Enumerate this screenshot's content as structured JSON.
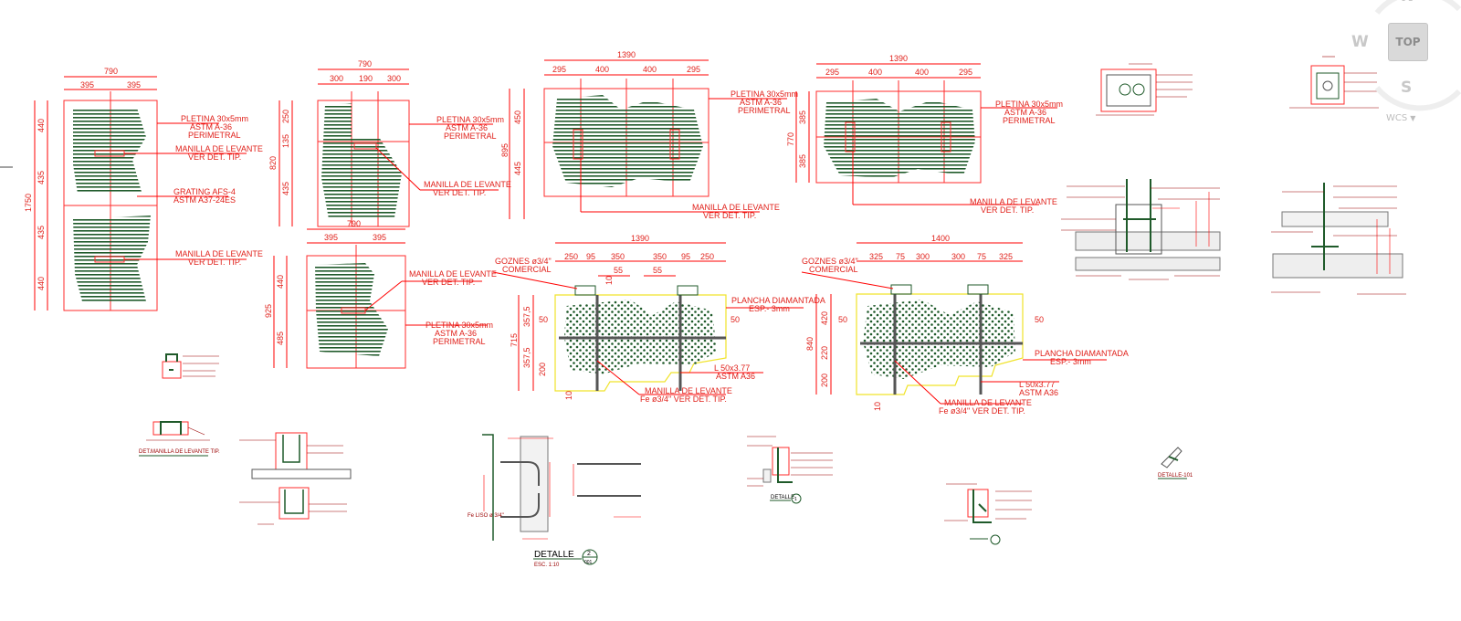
{
  "colors": {
    "dim": "#ff0000",
    "grating": "#1f5a2a",
    "frame": "#ff2b2b",
    "plate": "#f0e32a",
    "text": "#e0201a",
    "tiny": "#9a0000"
  },
  "plans": {
    "p1": {
      "dim_top": "790",
      "dim_halves": [
        "395",
        "395"
      ],
      "dim_left_total": "1750",
      "dim_left": [
        "440",
        "435",
        "435",
        "440"
      ],
      "label_pletina": [
        "PLETINA 30x5mm",
        "ASTM A-36",
        "PERIMETRAL"
      ],
      "label_manilla_a": [
        "MANILLA DE LEVANTE",
        "VER DET. TIP."
      ],
      "label_grating": [
        "GRATING AFS-4",
        "ASTM A37-24ES"
      ],
      "label_manilla_b": [
        "MANILLA DE LEVANTE",
        "VER DET. TIP."
      ]
    },
    "p2": {
      "dim_top": "790",
      "dim_parts": [
        "300",
        "190",
        "300"
      ],
      "dim_left_total": "820",
      "dim_left": [
        "250",
        "135",
        "435"
      ],
      "label_pletina": [
        "PLETINA 30x5mm",
        "ASTM A-36",
        "PERIMETRAL"
      ],
      "label_manilla": [
        "MANILLA DE LEVANTE",
        "VER DET. TIP."
      ]
    },
    "p3": {
      "dim_top": "790",
      "dim_halves": [
        "395",
        "395"
      ],
      "dim_left_total": "925",
      "dim_left": [
        "440",
        "485"
      ],
      "label_manilla": [
        "MANILLA DE LEVANTE",
        "VER DET. TIP."
      ],
      "label_pletina": [
        "PLETINA 30x5mm",
        "ASTM A-36",
        "PERIMETRAL"
      ]
    },
    "p4": {
      "dim_top": "1390",
      "dim_parts": [
        "295",
        "400",
        "400",
        "295"
      ],
      "dim_left_total": "895",
      "dim_left": [
        "450",
        "445"
      ],
      "label_pletina": [
        "PLETINA 30x5mm",
        "ASTM A-36",
        "PERIMETRAL"
      ],
      "label_manilla": [
        "MANILLA DE LEVANTE",
        "VER DET. TIP."
      ]
    },
    "p5": {
      "dim_top": "1390",
      "dim_parts": [
        "295",
        "400",
        "400",
        "295"
      ],
      "dim_left_total": "770",
      "dim_left": [
        "385",
        "385"
      ],
      "label_pletina": [
        "PLETINA 30x5mm",
        "ASTM A-36",
        "PERIMETRAL"
      ],
      "label_manilla": [
        "MANILLA DE LEVANTE",
        "VER DET. TIP."
      ]
    },
    "p6": {
      "dim_top": "1390",
      "dim_parts": [
        "250",
        "95",
        "350",
        "350",
        "95",
        "250"
      ],
      "dim_inner": [
        "55",
        "55"
      ],
      "dim_ten": "10",
      "dim_left_total": "715",
      "dim_left": [
        "357,5",
        "357,5"
      ],
      "dim_small": [
        "50",
        "50",
        "200",
        "10"
      ],
      "label_goznes": [
        "GOZNES ø3/4\"",
        "COMERCIAL"
      ],
      "label_plancha": [
        "PLANCHA DIAMANTADA",
        "ESP.- 3mm"
      ],
      "label_angle": [
        "L 50x3.77",
        "ASTM A36"
      ],
      "label_manilla": [
        "MANILLA DE LEVANTE",
        "Fe ø3/4\" VER DET. TIP."
      ]
    },
    "p7": {
      "dim_top": "1400",
      "dim_parts": [
        "325",
        "75",
        "300",
        "300",
        "75",
        "325"
      ],
      "dim_left_total": "840",
      "dim_left": [
        "420",
        "220",
        "200"
      ],
      "dim_small": [
        "50",
        "50",
        "10"
      ],
      "label_goznes": [
        "GOZNES ø3/4\"",
        "COMERCIAL"
      ],
      "label_plancha": [
        "PLANCHA DIAMANTADA",
        "ESP.- 3mm"
      ],
      "label_angle": [
        "L 50x3.77",
        "ASTM A36"
      ],
      "label_manilla": [
        "MANILLA DE LEVANTE",
        "Fe ø3/4\" VER DET. TIP."
      ]
    }
  },
  "details": {
    "manilla_title": "DET.MANILLA DE LEVANTE TIP.",
    "detalle2_title": "DETALLE",
    "detalle2_number": "2",
    "detalle2_scale": "ESC. 1:10",
    "detalle2_sheet": "001",
    "detalle2_fe": "Fe LISO ø 3/4\"",
    "detalle1_title": "DETALLE",
    "detalle1_number": "1",
    "detalle_101": "DETALLE-101"
  },
  "navcube": {
    "north": "N",
    "west": "W",
    "south": "S",
    "top_face": "TOP",
    "coordinate_system": "WCS"
  }
}
